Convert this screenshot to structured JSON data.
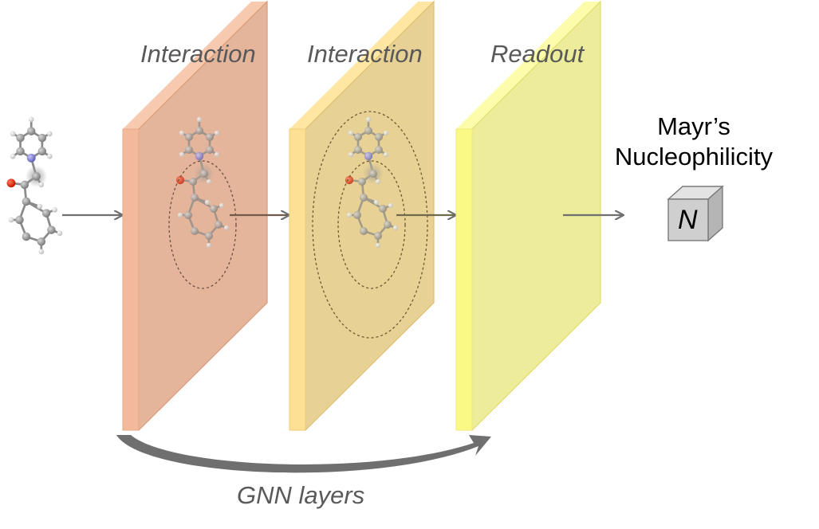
{
  "layers": [
    {
      "label": "Interaction",
      "face_color": "#e0a88a",
      "edge_color": "#f3b99b"
    },
    {
      "label": "Interaction",
      "face_color": "#e6cc8a",
      "edge_color": "#fde093"
    },
    {
      "label": "Readout",
      "face_color": "#ebea93",
      "edge_color": "#fbf986"
    }
  ],
  "output": {
    "line1": "Mayr’s",
    "line2": "Nucleophilicity",
    "symbol": "N"
  },
  "caption": "GNN layers",
  "colors": {
    "arrow": "#6f6f6f",
    "text_gray": "#595959",
    "cube_face": "#cfcfcf",
    "cube_top": "#e3e3e3",
    "cube_side": "#b5b5b5"
  },
  "molecule_icon": "pyridine-ylide-molecule-icon"
}
